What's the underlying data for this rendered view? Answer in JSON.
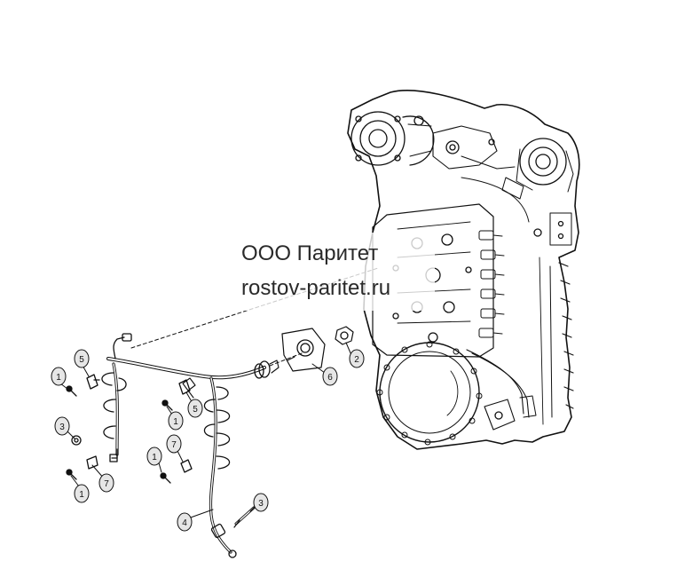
{
  "watermark": {
    "line1": "ООО Паритет",
    "line2": "rostov-paritet.ru"
  },
  "callouts": {
    "c1_a": "1",
    "c1_b": "1",
    "c1_c": "1",
    "c1_d": "1",
    "c2": "2",
    "c3_a": "3",
    "c3_b": "3",
    "c4": "4",
    "c5_a": "5",
    "c5_b": "5",
    "c6": "6",
    "c7_a": "7",
    "c7_b": "7"
  },
  "colors": {
    "line": "#111111",
    "callout_fill": "#e6e6e6",
    "watermark_text": "#2a2a2a"
  }
}
